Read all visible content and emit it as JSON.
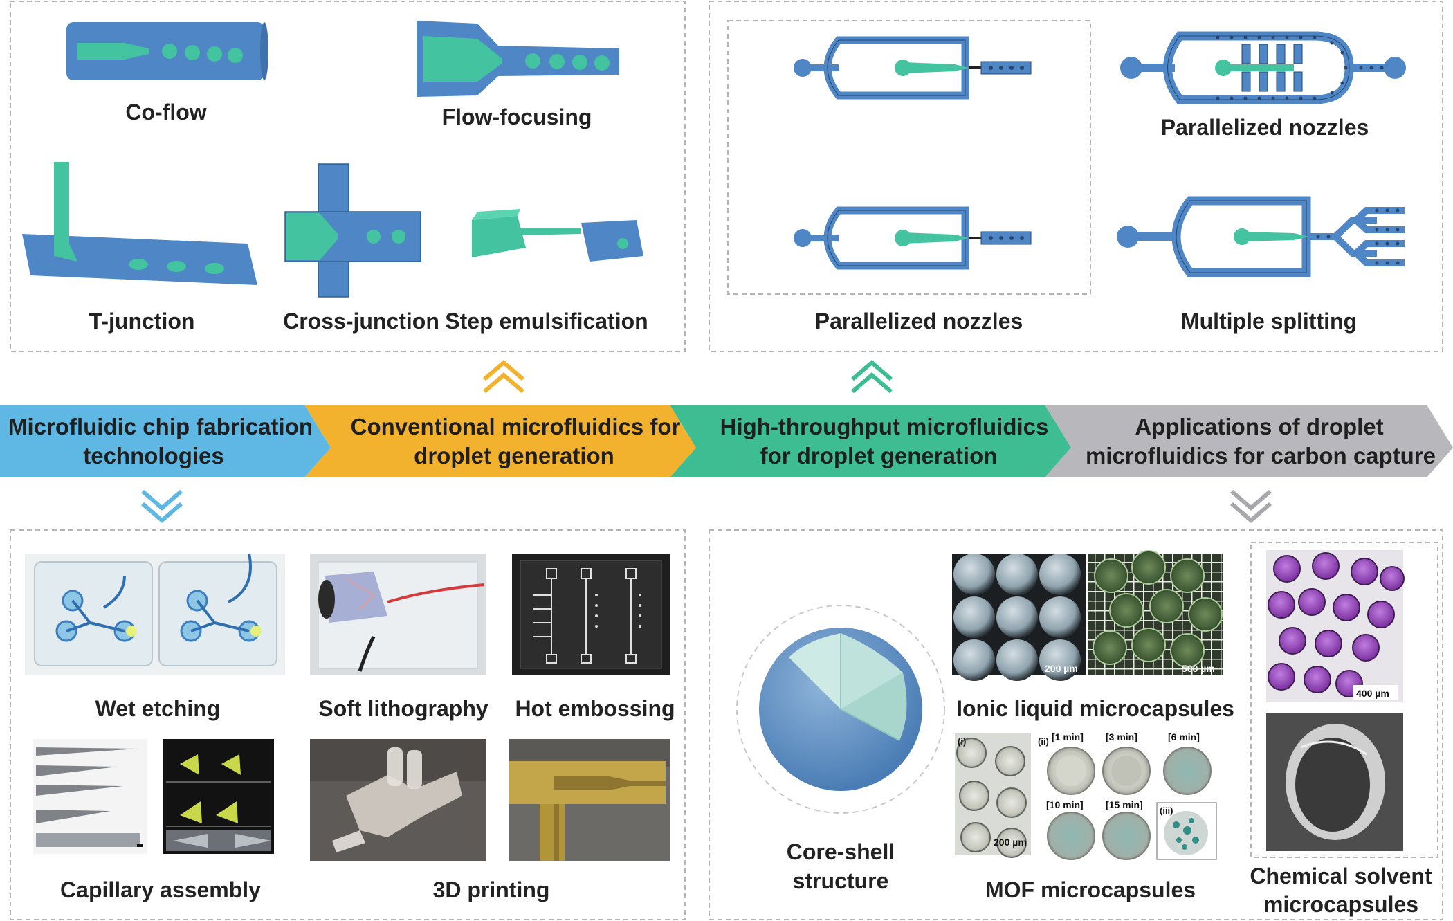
{
  "colors": {
    "channel_blue": "#4f86c6",
    "channel_green": "#43c3a0",
    "arrow_blue": "#5fb7e3",
    "arrow_orange": "#f2b22e",
    "arrow_teal": "#3ebd93",
    "arrow_gray": "#b8b8bc",
    "dashed_border": "#b5b5b5",
    "purple": "#9b4fc0"
  },
  "timeline": [
    {
      "line1": "Microfluidic chip fabrication",
      "line2": "technologies"
    },
    {
      "line1": "Conventional microfluidics for",
      "line2": "droplet generation"
    },
    {
      "line1": "High-throughput microfluidics",
      "line2": "for droplet generation"
    },
    {
      "line1": "Applications of droplet",
      "line2": "microfluidics for carbon capture"
    }
  ],
  "conventional": {
    "co_flow": "Co-flow",
    "flow_focusing": "Flow-focusing",
    "t_junction": "T-junction",
    "cross_junction": "Cross-junction",
    "step_emulsification": "Step emulsification"
  },
  "high_throughput": {
    "parallelized_nozzles_left": "Parallelized nozzles",
    "parallelized_nozzles_right": "Parallelized nozzles",
    "multiple_splitting": "Multiple splitting"
  },
  "fabrication": {
    "wet_etching": "Wet etching",
    "soft_lithography": "Soft lithography",
    "hot_embossing": "Hot embossing",
    "capillary_assembly": "Capillary assembly",
    "printing_3d": "3D printing"
  },
  "applications": {
    "core_shell_line1": "Core-shell",
    "core_shell_line2": "structure",
    "ionic_liquid": "Ionic liquid microcapsules",
    "mof": "MOF microcapsules",
    "chem_line1": "Chemical solvent",
    "chem_line2": "microcapsules",
    "scale_200": "200 µm",
    "scale_500": "500 µm",
    "scale_400": "400 µm",
    "mof_scale": "200 µm",
    "mof_i": "(i)",
    "mof_ii": "(ii)",
    "mof_iii": "(iii)",
    "t1": "[1 min]",
    "t3": "[3 min]",
    "t6": "[6 min]",
    "t10": "[10 min]",
    "t15": "[15 min]"
  }
}
